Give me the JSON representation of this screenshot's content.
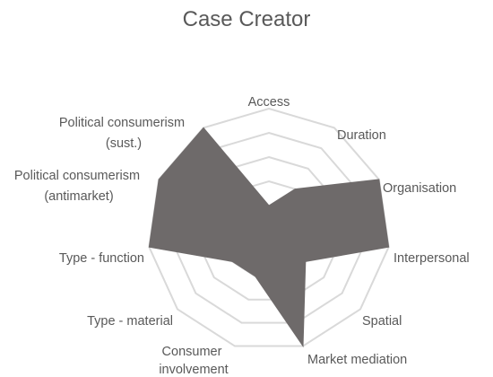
{
  "chart_data": {
    "type": "radar",
    "title": "Case Creator",
    "categories": [
      "Access",
      "Duration",
      "Organisation",
      "Interpersonal",
      "Spatial",
      "Market mediation",
      "Consumer involvement",
      "Type - material",
      "Type - function",
      "Political consumerism (antimarket)",
      "Political consumerism (sust.)"
    ],
    "series": [
      {
        "values": [
          1,
          2,
          5,
          5,
          2,
          5,
          2,
          2,
          5,
          5,
          5
        ]
      }
    ],
    "rmax": 5,
    "ring_count": 5,
    "colors": {
      "fill": "#6e6a6a",
      "grid": "#d9d9d9",
      "text": "#595959"
    },
    "legend": "none"
  }
}
